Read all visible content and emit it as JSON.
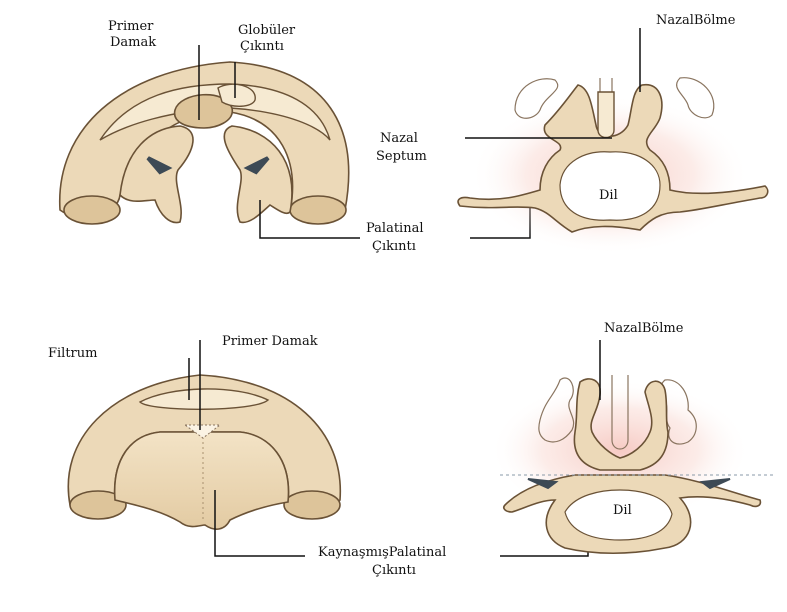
{
  "labels": {
    "top_left_primer": [
      "Primer",
      "Damak"
    ],
    "top_left_globuler": [
      "Globüler",
      "Çıkıntı"
    ],
    "top_palatinal": [
      "Palatinal",
      "Çıkıntı"
    ],
    "top_right_nazal_bolme": "NazalBölme",
    "top_right_nazal_septum": [
      "Nazal",
      "Septum"
    ],
    "top_right_dil": "Dil",
    "bottom_left_filtrum": "Filtrum",
    "bottom_left_primer": "Primer Damak",
    "bottom_right_nazal_bolme": "NazalBölme",
    "bottom_right_dil": "Dil",
    "bottom_kaynasmis": [
      "KaynaşmışPalatinal",
      "Çıkıntı"
    ]
  },
  "colors": {
    "tissue": "#ecd9b8",
    "tissue_dark": "#ddc49a",
    "outline": "#6a5236",
    "blush": "#f7c8c0",
    "arrow": "#3d4a55"
  }
}
